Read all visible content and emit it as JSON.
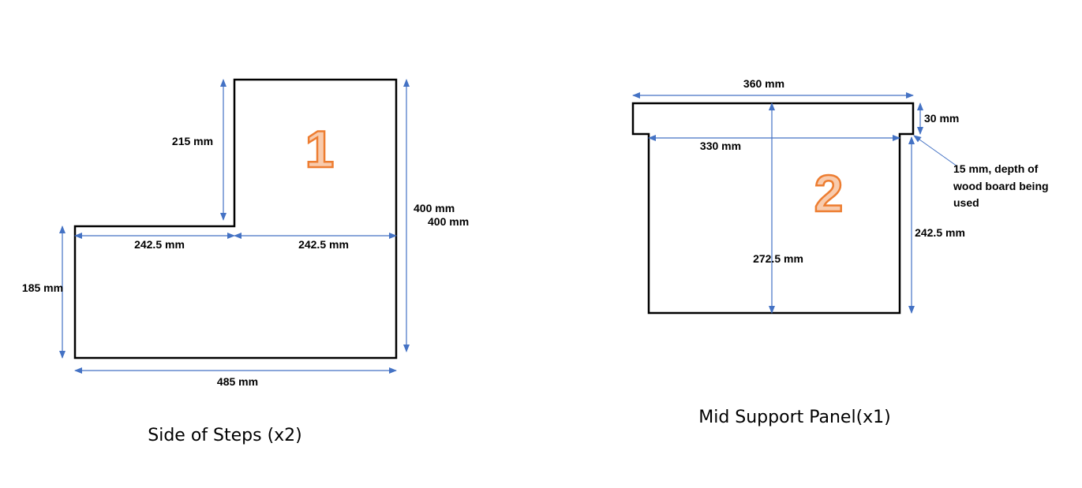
{
  "panel1": {
    "number": "1",
    "caption": "Side of Steps (x2)",
    "dimensions": {
      "top_height": "215 mm",
      "total_height_a": "400 mm",
      "total_height_b": "400 mm",
      "left_step_width": "242.5 mm",
      "right_step_width": "242.5 mm",
      "lower_height": "185 mm",
      "total_width": "485 mm"
    }
  },
  "panel2": {
    "number": "2",
    "caption": "Mid Support Panel(x1)",
    "dimensions": {
      "top_width": "360 mm",
      "lip_height": "30 mm",
      "inner_width": "330 mm",
      "depth_note_line1": "15 mm, depth of",
      "depth_note_line2": "wood board being",
      "depth_note_line3": "used",
      "side_height": "242.5 mm",
      "total_height": "272.5 mm"
    }
  },
  "colors": {
    "outline": "#000000",
    "dimension_arrow": "#4472c4",
    "number_fill": "#f8cbad",
    "number_stroke": "#ed7d31"
  }
}
